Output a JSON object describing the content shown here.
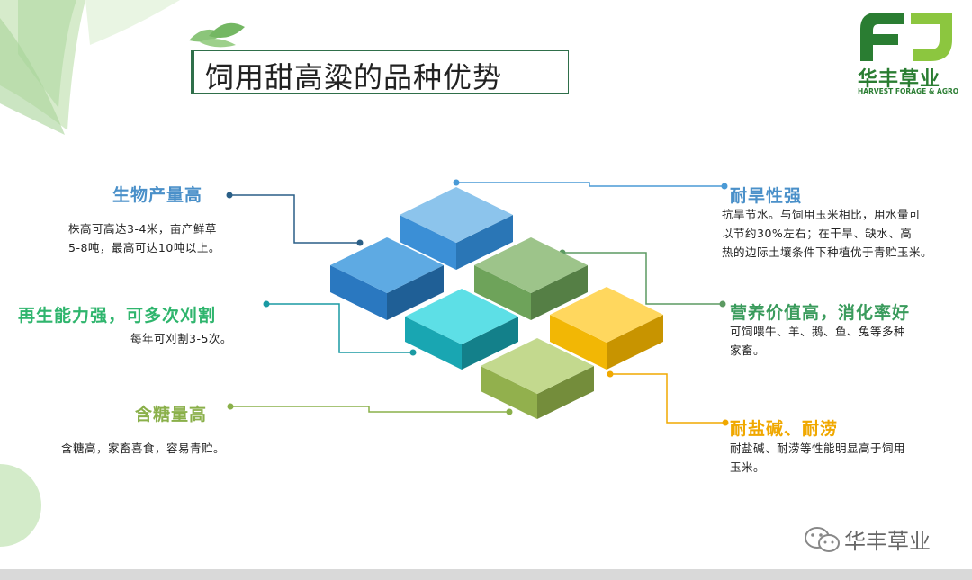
{
  "title": "饲用甜高粱的品种优势",
  "brand": {
    "name": "华丰草业",
    "subtitle": "HARVEST FORAGE & AGRO"
  },
  "features": [
    {
      "heading": "生物产量高",
      "color": "#4a90c9",
      "body": [
        "株高可高达3-4米，亩产鲜草",
        "5-8吨，最高可达10吨以上。"
      ]
    },
    {
      "heading": "再生能力强，可多次刈割",
      "color": "#2fb56d",
      "body": [
        "每年可刈割3-5次。"
      ]
    },
    {
      "heading": "含糖量高",
      "color": "#8ab04a",
      "body": [
        "含糖高，家畜喜食，容易青贮。"
      ]
    },
    {
      "heading": "耐旱性强",
      "color": "#4a90c9",
      "body": [
        "抗旱节水。与饲用玉米相比，用水量可",
        "以节约30%左右；在干旱、缺水、高",
        "热的边际土壤条件下种植优于青贮玉米。"
      ]
    },
    {
      "heading": "营养价值高，消化率好",
      "color": "#3a9b5c",
      "body": [
        "可饲喂牛、羊、鹅、鱼、兔等多种",
        "家畜。"
      ]
    },
    {
      "heading": "耐盐碱、耐涝",
      "color": "#f0a800",
      "body": [
        "耐盐碱、耐涝等性能明显高于饲用",
        "玉米。"
      ]
    }
  ],
  "tiles": [
    {
      "name": "top",
      "top": "#8cc4ec",
      "left": "#3b8fd6",
      "right": "#2a76b6"
    },
    {
      "name": "left",
      "top": "#5eaae3",
      "left": "#2a78c0",
      "right": "#1f5f96"
    },
    {
      "name": "green-mid",
      "top": "#9dc48a",
      "left": "#6ea35a",
      "right": "#557f45"
    },
    {
      "name": "teal",
      "top": "#5ddfe6",
      "left": "#19a6b2",
      "right": "#13808a"
    },
    {
      "name": "yellow",
      "top": "#ffd75e",
      "left": "#f2b705",
      "right": "#c89400"
    },
    {
      "name": "light-green",
      "top": "#c3d98e",
      "left": "#92b04d",
      "right": "#748d3b"
    }
  ],
  "watermark": "华丰草业",
  "icons": [
    "leaf-decoration",
    "wechat-icon",
    "brand-logo"
  ]
}
